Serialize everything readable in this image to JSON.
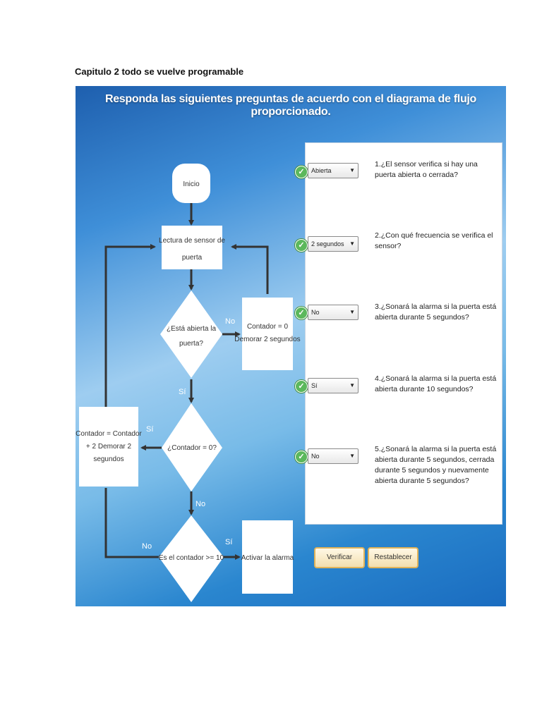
{
  "document": {
    "title": "Capitulo 2 todo se vuelve programable"
  },
  "activity": {
    "heading": "Responda las siguientes preguntas de acuerdo con el diagrama de flujo proporcionado.",
    "buttons": {
      "verify": "Verificar",
      "reset": "Restablecer"
    }
  },
  "flowchart": {
    "start": "Inicio",
    "read_sensor": [
      "Lectura de sensor de",
      "puerta"
    ],
    "door_open": [
      "¿Está abierta la",
      "puerta?"
    ],
    "counter_reset": [
      "Contador = 0",
      "Demorar 2 segundos"
    ],
    "counter_zero": "¿Contador = 0?",
    "counter_add": [
      "Contador = Contador",
      "+ 2 Demorar 2",
      "segundos"
    ],
    "counter_ge": "Es el contador >= 10",
    "alarm": "Activar la alarma",
    "labels": {
      "no_1": "No",
      "si_1": "Sí",
      "si_2": "Sí",
      "no_2": "No",
      "no_3": "No",
      "si_3": "Sí"
    }
  },
  "questions": [
    {
      "answer": "Abierta",
      "text": "1.¿El sensor verifica si hay una puerta abierta o cerrada?"
    },
    {
      "answer": "2 segundos",
      "text": "2.¿Con qué frecuencia se verifica el sensor?"
    },
    {
      "answer": "No",
      "text": "3.¿Sonará la alarma si la puerta está abierta durante 5 segundos?"
    },
    {
      "answer": "Sí",
      "text": "4.¿Sonará la alarma si la puerta está abierta durante 10 segundos?"
    },
    {
      "answer": "No",
      "text": "5.¿Sonará la alarma si la puerta está abierta durante 5 segundos, cerrada durante 5 segundos y nuevamente abierta durante 5 segundos?"
    }
  ],
  "icons": {
    "correct": "check-icon",
    "dropdown": "chevron-down-icon"
  },
  "colors": {
    "check": "#5cb85c",
    "button_border": "#e0b35a",
    "panel_blue": "#3f8fd8"
  }
}
